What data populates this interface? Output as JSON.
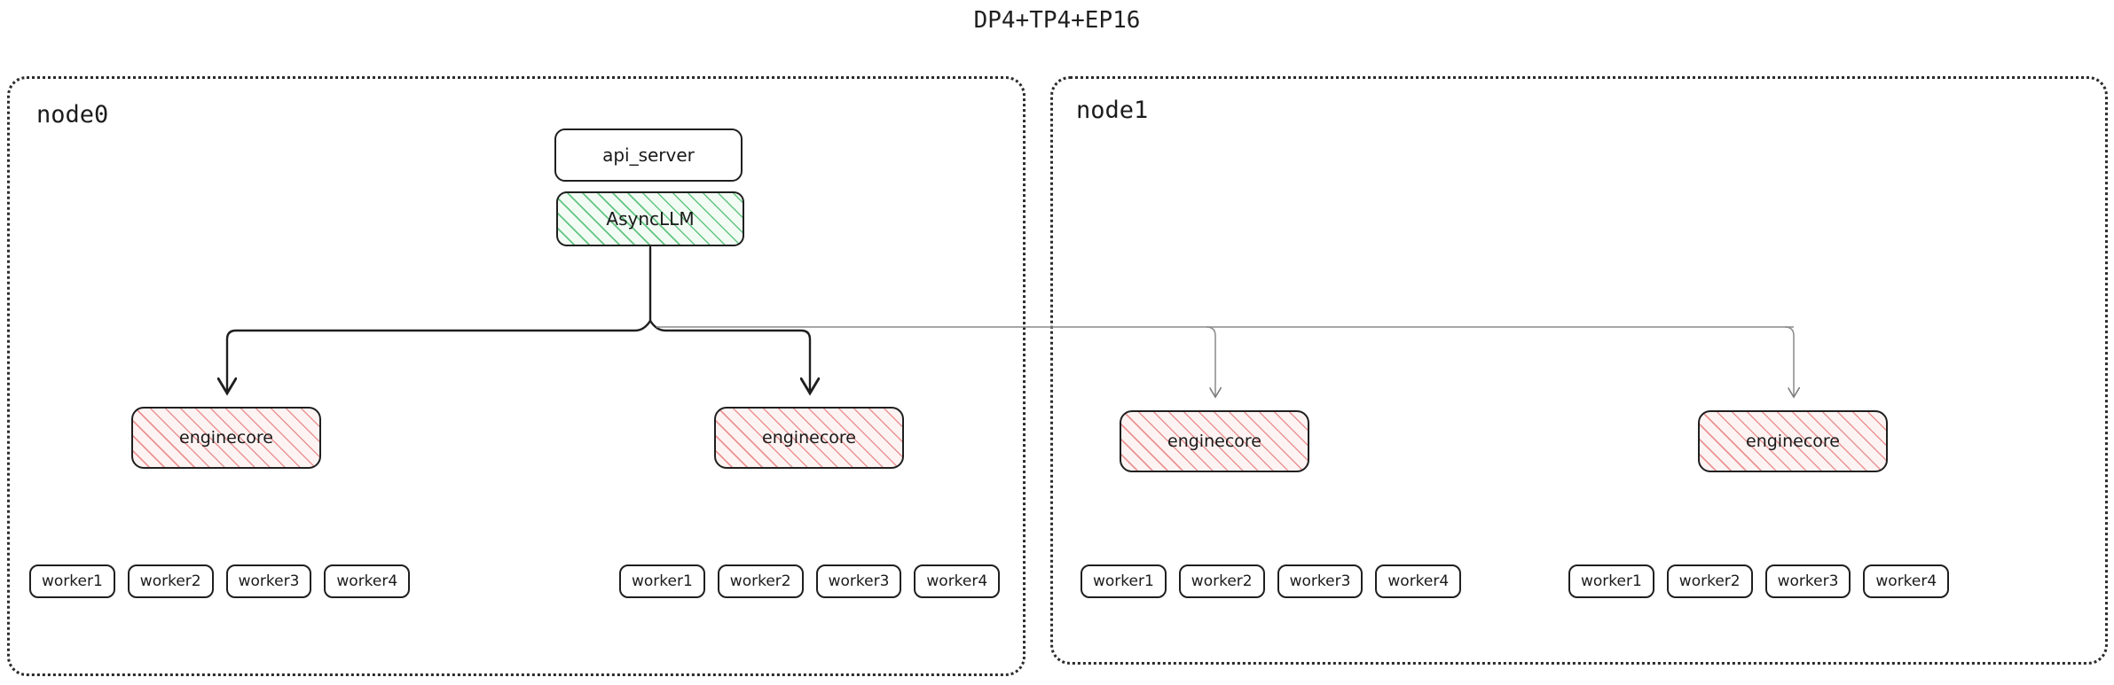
{
  "title": "DP4+TP4+EP16",
  "colors": {
    "stroke": "#1f1f1f",
    "arrow_local": "#1f1f1f",
    "arrow_remote": "#777777",
    "asyncllm_hatch": "#5bc27b",
    "asyncllm_fill": "#f2fbf4",
    "enginecore_hatch": "#e78282",
    "enginecore_fill": "#fdf3f3",
    "panel_border": "#2b2b2b",
    "background": "#ffffff"
  },
  "nodes": [
    {
      "label": "node0",
      "api_server": "api_server",
      "asyncllm": "AsyncLLM",
      "enginecores": [
        {
          "label": "enginecore",
          "workers": [
            "worker1",
            "worker2",
            "worker3",
            "worker4"
          ]
        },
        {
          "label": "enginecore",
          "workers": [
            "worker1",
            "worker2",
            "worker3",
            "worker4"
          ]
        }
      ]
    },
    {
      "label": "node1",
      "enginecores": [
        {
          "label": "enginecore",
          "workers": [
            "worker1",
            "worker2",
            "worker3",
            "worker4"
          ]
        },
        {
          "label": "enginecore",
          "workers": [
            "worker1",
            "worker2",
            "worker3",
            "worker4"
          ]
        }
      ]
    }
  ]
}
